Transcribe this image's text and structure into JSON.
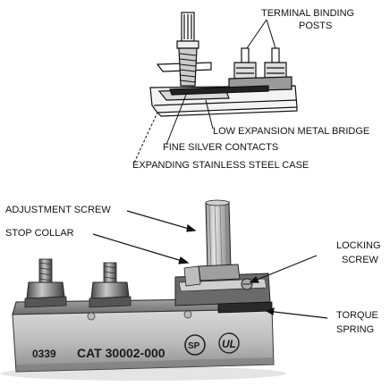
{
  "top_diagram": {
    "labels": {
      "terminal_binding_posts_line1": "TERMINAL BINDING",
      "terminal_binding_posts_line2": "POSTS",
      "low_expansion_bridge": "LOW EXPANSION METAL BRIDGE",
      "fine_silver_contacts": "FINE SILVER CONTACTS",
      "expanding_case": "EXPANDING STAINLESS STEEL CASE"
    }
  },
  "photo": {
    "labels": {
      "adjustment_screw": "ADJUSTMENT SCREW",
      "stop_collar": "STOP COLLAR",
      "locking_screw_line1": "LOCKING",
      "locking_screw_line2": "SCREW",
      "torque_spring_line1": "TORQUE",
      "torque_spring_line2": "SPRING"
    },
    "case_markings": {
      "code": "0339",
      "catalog": "CAT 30002-000",
      "csa_mark": "SP",
      "ul_mark": "UL"
    }
  }
}
